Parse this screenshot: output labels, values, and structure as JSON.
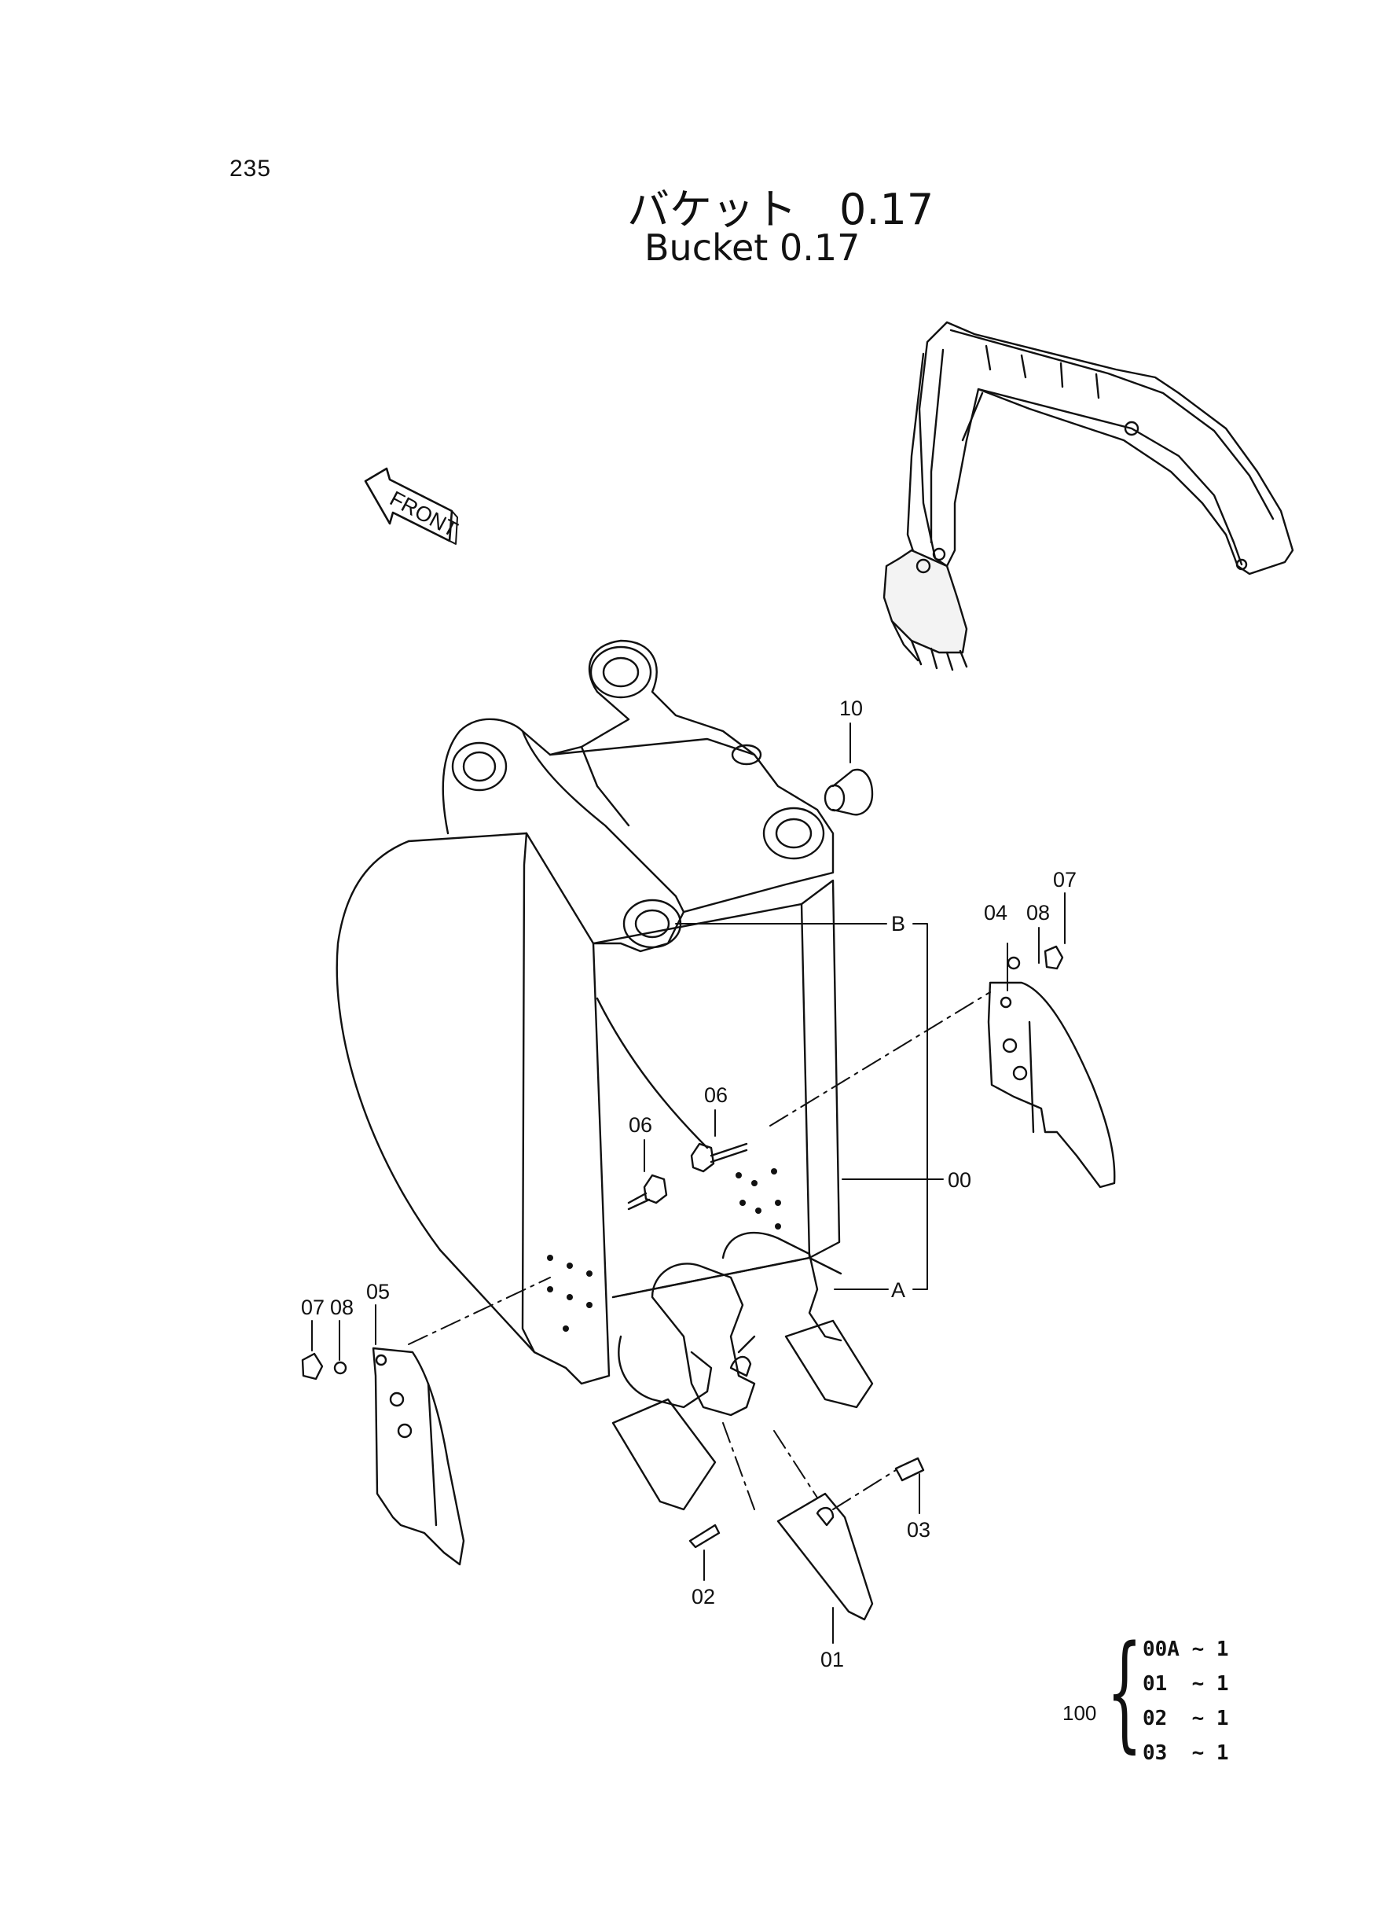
{
  "page_number": "235",
  "title_ja": "バケット　0.17",
  "title_en": "Bucket 0.17",
  "front_label": "FRONT",
  "callouts": {
    "c10": "10",
    "c07r": "07",
    "c08r": "08",
    "c04": "04",
    "cB": "B",
    "c06a": "06",
    "c06b": "06",
    "c00": "00",
    "cA": "A",
    "c05": "05",
    "c08l": "08",
    "c07l": "07",
    "c02": "02",
    "c01": "01",
    "c03": "03"
  },
  "kit": {
    "code": "100",
    "lines": [
      "00A ~ 1",
      "01  ~ 1",
      "02  ~ 1",
      "03  ~ 1"
    ]
  }
}
